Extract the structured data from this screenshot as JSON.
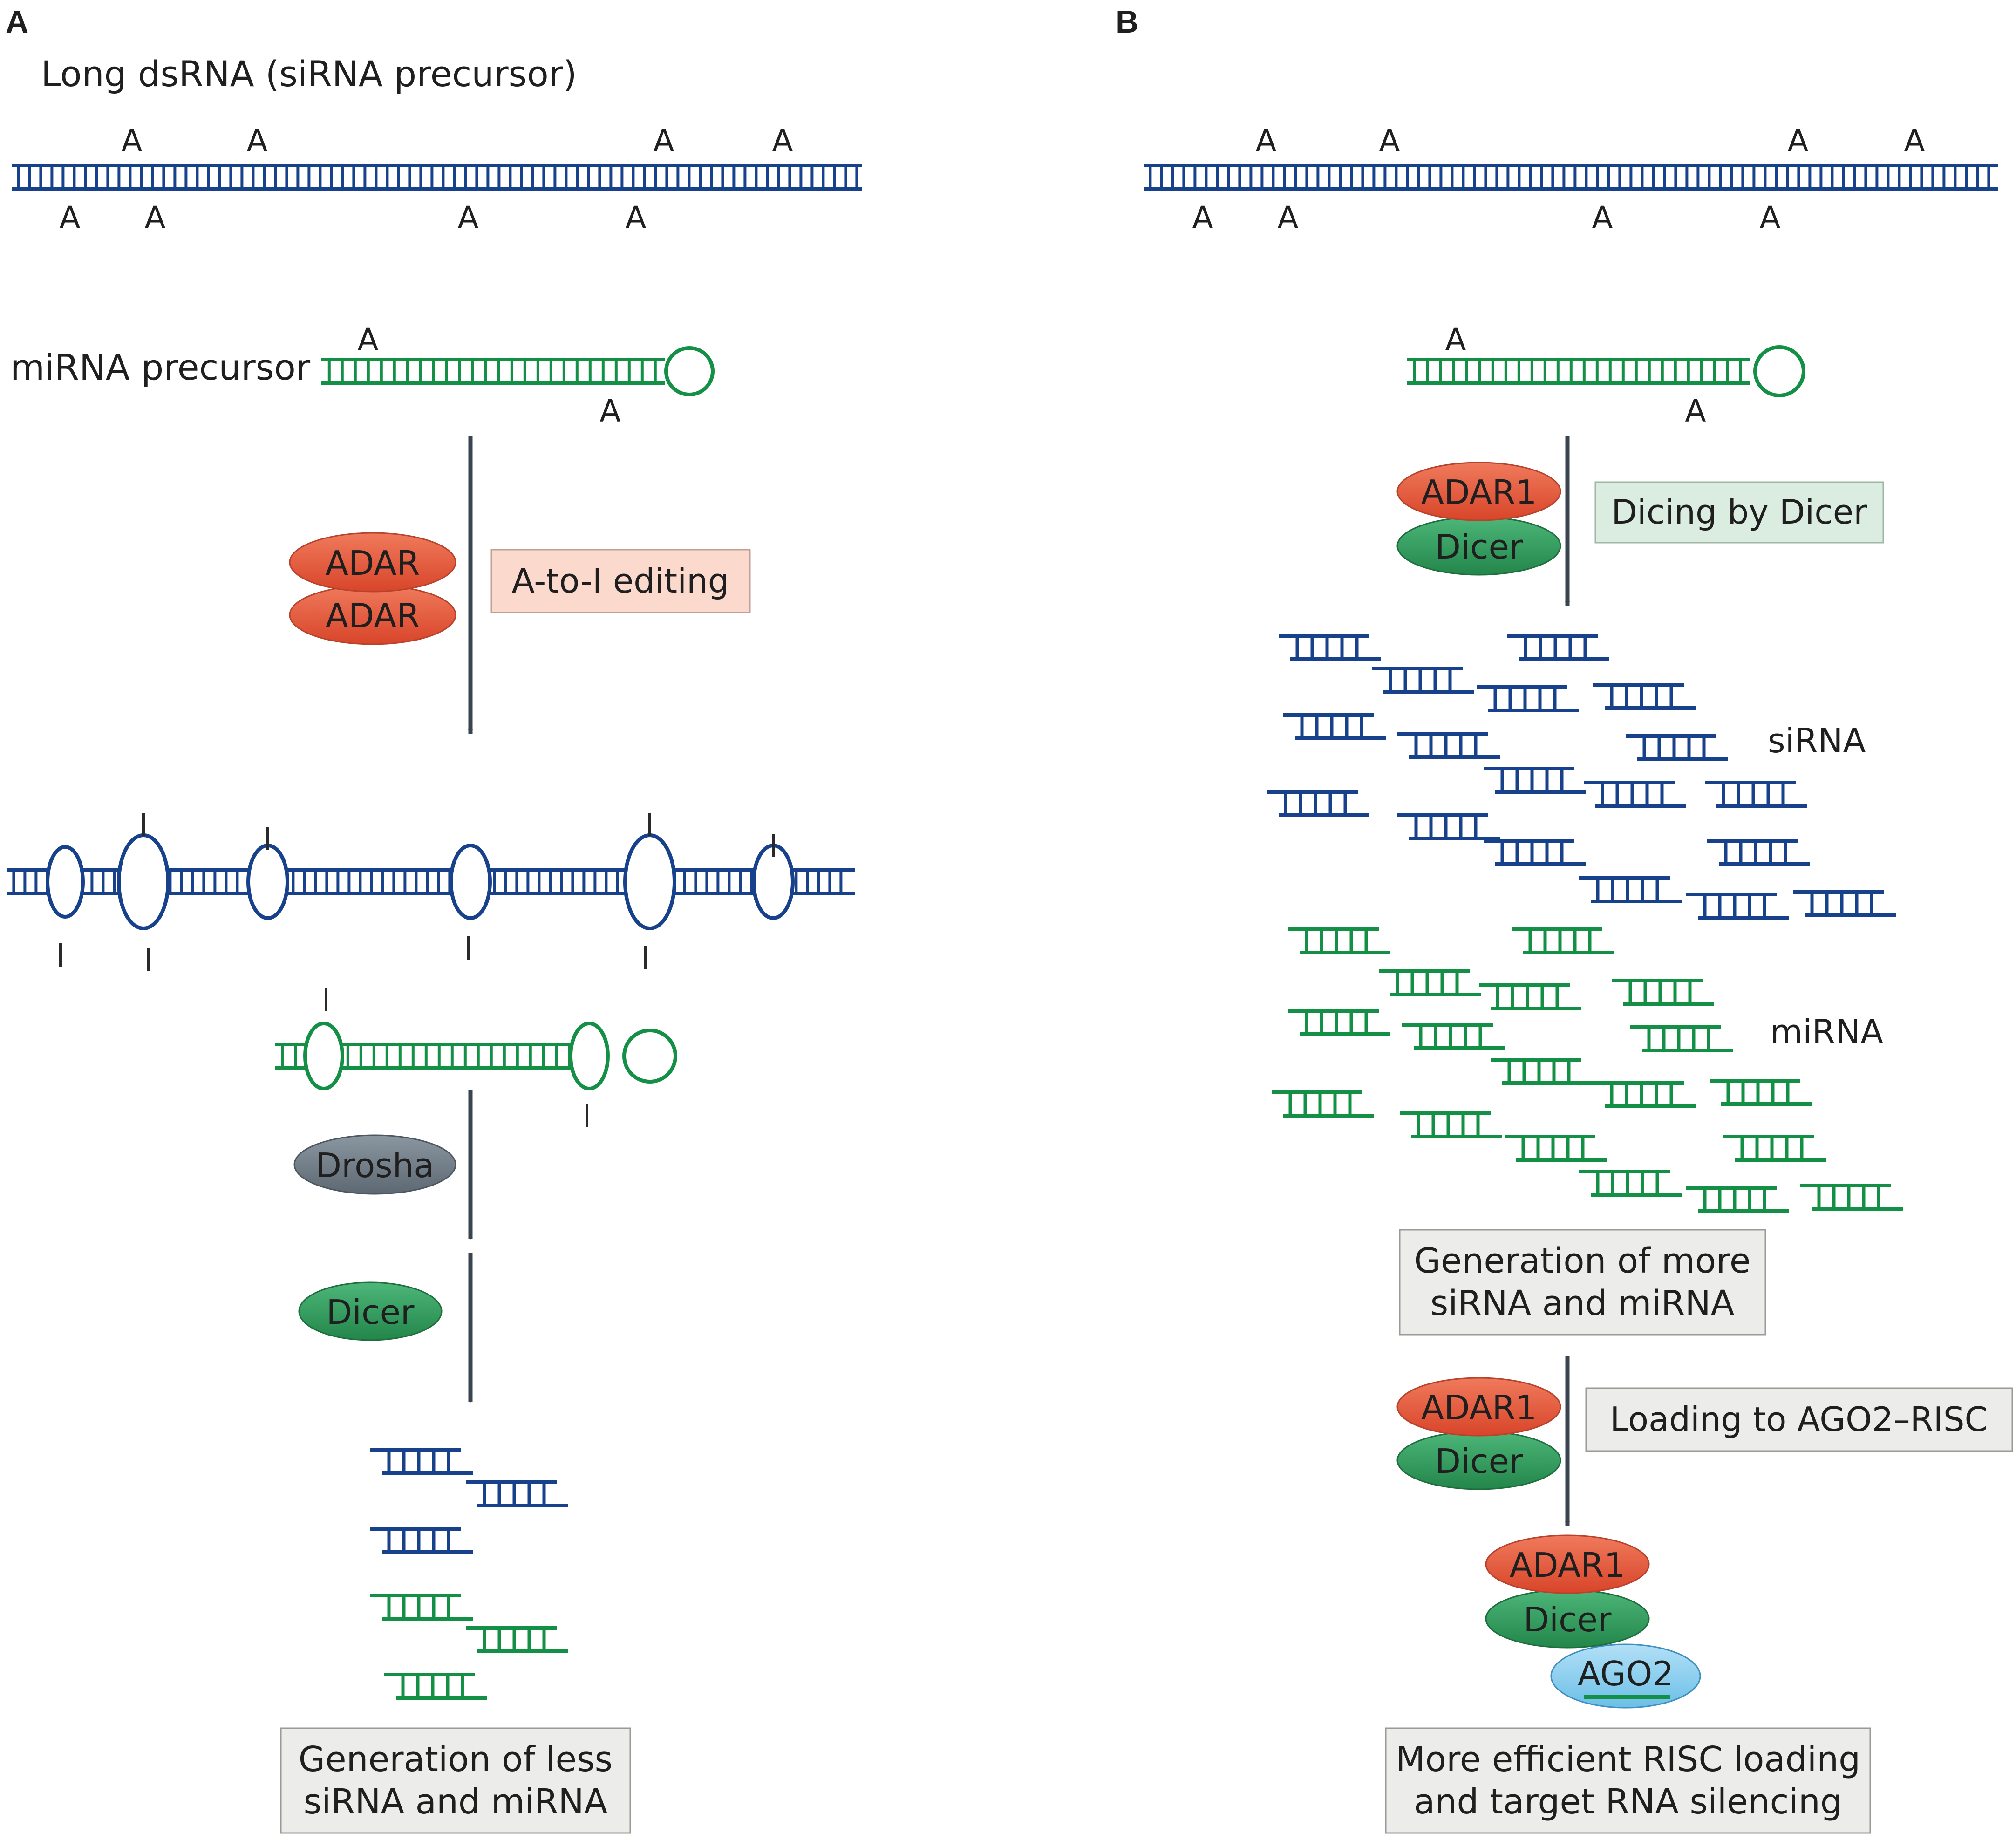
{
  "panel_a": {
    "letter": "A",
    "long_dsrna_label": "Long dsRNA (siRNA precursor)",
    "mirna_precursor_label": "miRNA precursor",
    "adenosine": "A",
    "inosine": "I",
    "adar_top": "ADAR",
    "adar_bottom": "ADAR",
    "editing_label": "A-to-I editing",
    "drosha": "Drosha",
    "dicer": "Dicer",
    "result_line1": "Generation of less",
    "result_line2": "siRNA and miRNA"
  },
  "panel_b": {
    "letter": "B",
    "adenosine": "A",
    "adar1": "ADAR1",
    "dicer": "Dicer",
    "dicing_label": "Dicing by Dicer",
    "sirna_label": "siRNA",
    "mirna_label": "miRNA",
    "generation_line1": "Generation of more",
    "generation_line2": "siRNA and miRNA",
    "loading_label": "Loading to AGO2–RISC",
    "ago2": "AGO2",
    "result_line1": "More efficient RISC loading",
    "result_line2": "and target RNA silencing"
  },
  "colors": {
    "sirna_blue": "#17418a",
    "mirna_green": "#149046",
    "adar_red": "#e05a3c",
    "dicer_green": "#2f9a5c",
    "drosha_gray": "#6f7b86",
    "ago2_blue": "#8ecfee",
    "editing_box": "#fcd9cd",
    "dicing_box": "#dbece0",
    "result_box": "#ececea",
    "arrow": "#3a4450"
  }
}
